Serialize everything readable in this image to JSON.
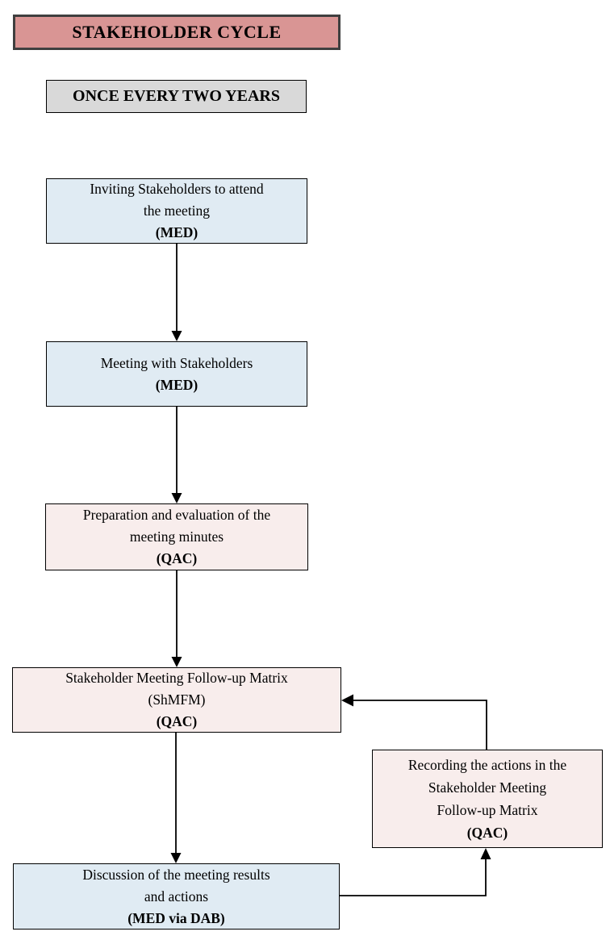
{
  "header": {
    "title": "STAKEHOLDER CYCLE",
    "frequency": "ONCE EVERY TWO YEARS"
  },
  "colors": {
    "title_fill": "#d99594",
    "title_border": "#3f3f3f",
    "frequency_fill": "#d9d9d9",
    "blue_fill": "#e0ebf3",
    "pink_fill": "#f8edec",
    "line_color": "#000000",
    "text_color": "#000000"
  },
  "flow_boxes": [
    {
      "id": "inviting",
      "type": "blue",
      "lines": [
        "Inviting Stakeholders to attend",
        "the meeting"
      ],
      "owner": "(MED)"
    },
    {
      "id": "meeting",
      "type": "blue",
      "lines": [
        "Meeting with Stakeholders"
      ],
      "owner": "(MED)"
    },
    {
      "id": "minutes",
      "type": "pink",
      "lines": [
        "Preparation and evaluation of the",
        "meeting minutes"
      ],
      "owner": "(QAC)"
    },
    {
      "id": "matrix",
      "type": "pink",
      "lines": [
        "Stakeholder Meeting Follow-up Matrix",
        "(ShMFM)"
      ],
      "owner": "(QAC)"
    },
    {
      "id": "recording",
      "type": "pink",
      "lines": [
        "Recording the actions in the",
        "Stakeholder Meeting",
        "Follow-up Matrix"
      ],
      "owner": "(QAC)"
    },
    {
      "id": "discussion",
      "type": "blue",
      "lines": [
        "Discussion of the meeting results",
        "and actions"
      ],
      "owner": "(MED via DAB)"
    }
  ],
  "connectors": [
    {
      "from": "inviting",
      "to": "meeting",
      "direction": "down"
    },
    {
      "from": "meeting",
      "to": "minutes",
      "direction": "down"
    },
    {
      "from": "minutes",
      "to": "matrix",
      "direction": "down"
    },
    {
      "from": "matrix",
      "to": "discussion",
      "direction": "down"
    },
    {
      "from": "discussion",
      "to": "recording",
      "direction": "right-then-up"
    },
    {
      "from": "recording",
      "to": "matrix",
      "direction": "up-then-left"
    }
  ]
}
